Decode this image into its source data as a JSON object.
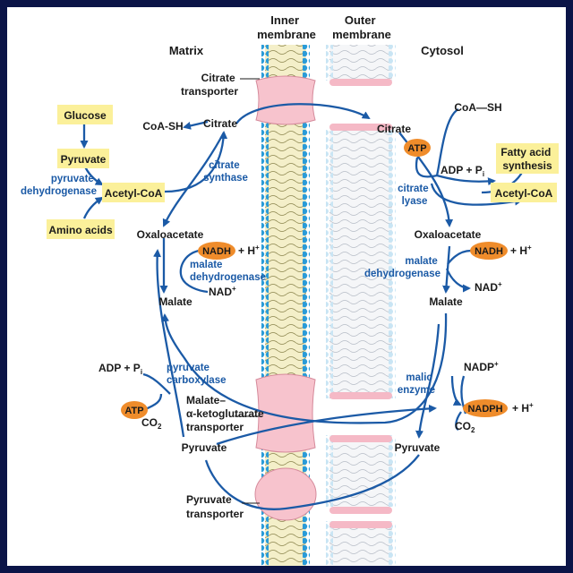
{
  "membranes": {
    "inner": {
      "line1": "Inner",
      "line2": "membrane"
    },
    "outer": {
      "line1": "Outer",
      "line2": "membrane"
    }
  },
  "compartments": {
    "matrix": "Matrix",
    "cytosol": "Cytosol"
  },
  "transporters": {
    "citrate": {
      "line1": "Citrate",
      "line2": "transporter"
    },
    "malate_akg": {
      "line1": "Malate–",
      "line2": "α-ketoglutarate",
      "line3": "transporter"
    },
    "pyruvate": {
      "line1": "Pyruvate",
      "line2": "transporter"
    }
  },
  "enzymes": {
    "pyruvate_dh": {
      "line1": "pyruvate",
      "line2": "dehydrogenase"
    },
    "citrate_synthase": {
      "line1": "citrate",
      "line2": "synthase"
    },
    "malate_dh_matrix": {
      "line1": "malate",
      "line2": "dehydrogenase"
    },
    "citrate_lyase": {
      "line1": "citrate",
      "line2": "lyase"
    },
    "malate_dh_cytosol": {
      "line1": "malate",
      "line2": "dehydrogenase"
    },
    "malic": {
      "line1": "malic",
      "line2": "enzyme"
    },
    "pyruvate_carboxylase": {
      "line1": "pyruvate",
      "line2": "carboxylase"
    }
  },
  "matrix": {
    "glucose": "Glucose",
    "pyruvate_in": "Pyruvate",
    "acetyl_coa": "Acetyl-CoA",
    "amino_acids": "Amino acids",
    "coa_sh": "CoA-SH",
    "citrate": "Citrate",
    "oxaloacetate": "Oxaloacetate",
    "nadh": "NADH",
    "h_plus_base": "+ H",
    "h_plus_sup": "+",
    "nad_base": "NAD",
    "nad_sup": "+",
    "malate": "Malate",
    "adp_base": "ADP + P",
    "adp_sub": "i",
    "atp": "ATP",
    "co2_base": "CO",
    "co2_sub": "2",
    "pyruvate_out": "Pyruvate"
  },
  "cytosol": {
    "citrate": "Citrate",
    "coa_sh": "CoA—SH",
    "atp": "ATP",
    "adp_base": "ADP + P",
    "adp_sub": "i",
    "fatty_acid": {
      "line1": "Fatty acid",
      "line2": "synthesis"
    },
    "acetyl_coa": "Acetyl-CoA",
    "oxaloacetate": "Oxaloacetate",
    "nadh": "NADH",
    "h_plus_base": "+ H",
    "h_plus_sup": "+",
    "nad_base": "NAD",
    "nad_sup": "+",
    "malate": "Malate",
    "nadp_base": "NADP",
    "nadp_sup": "+",
    "nadph": "NADPH",
    "h_plus2_base": "+ H",
    "h_plus2_sup": "+",
    "co2_base": "CO",
    "co2_sub": "2",
    "pyruvate": "Pyruvate"
  },
  "colors": {
    "enzyme_text": "#1b5aa6",
    "arrow": "#1b5aa6",
    "cofactor_badge": "#ef8c2b",
    "highlight_box": "#fbf09a",
    "transporter": "#f7c3cd",
    "frame": "#0b1447"
  }
}
